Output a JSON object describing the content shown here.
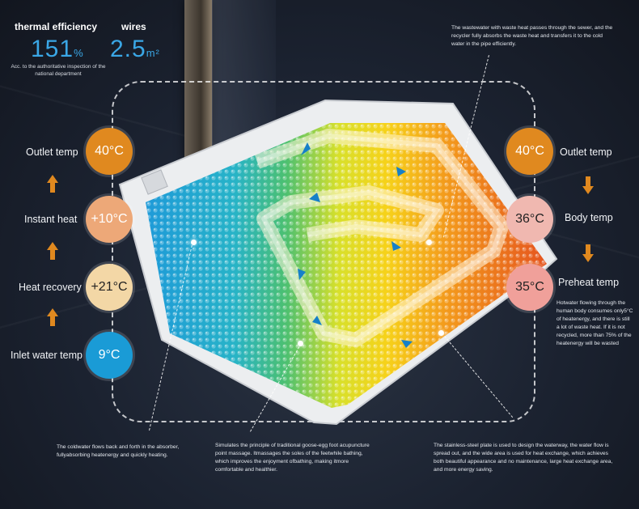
{
  "stats": {
    "efficiency_label": "thermal efficiency",
    "efficiency_value": "151",
    "efficiency_unit": "%",
    "efficiency_note": "Acc. to the authoritative inspection of the national department",
    "wires_label": "wires",
    "wires_value": "2.5",
    "wires_unit": "m²"
  },
  "left_stages": [
    {
      "label": "Outlet temp",
      "value": "40°C",
      "color": "#e0891f"
    },
    {
      "label": "Instant heat",
      "value": "+10°C",
      "color": "#eda878"
    },
    {
      "label": "Heat recovery",
      "value": "+21°C",
      "color": "#f3d7a6"
    },
    {
      "label": "Inlet water temp",
      "value": "9°C",
      "color": "#1a9bd6"
    }
  ],
  "right_stages": [
    {
      "label": "Outlet temp",
      "value": "40°C",
      "color": "#e0891f"
    },
    {
      "label": "Body temp",
      "value": "36°C",
      "color": "#f0b8b0"
    },
    {
      "label": "Preheat temp",
      "value": "35°C",
      "color": "#f0a09a"
    }
  ],
  "notes": {
    "top_right": "The wastewater with waste heat passes through the sewer, and the recycler fully absorbs the waste heat and transfers it to the cold water in the pipe efficiently.",
    "right": "Hotwater flowing through the human body consumes only5°C of heatenergy, and there is still a lot of waste heat. If it is not recycled, more than 75% of the heatenergy will be wasted",
    "bottom_left": "The coldwater flows back and forth in the absorber, fullyabsorbing heatenergy and quickly heating.",
    "bottom_middle": "Simulates the principle of traditional goose-egg foot acupuncture point massage. Itmassages the soles of the feetwhile bathing, which improves the enjoyment ofbathing, making itmore comfortable and healthier.",
    "bottom_right": "The stainless-steel plate is used to design the waterway, the water flow is spread out, and the wide area is used for heat exchange, which achieves both beautiful appearance and no maintenance, large heat exchange area, and more energy saving."
  },
  "icons": {
    "flow_arrow": "flow-arrow-icon",
    "up_arrow": "up-arrow-icon",
    "down_arrow": "down-arrow-icon"
  }
}
